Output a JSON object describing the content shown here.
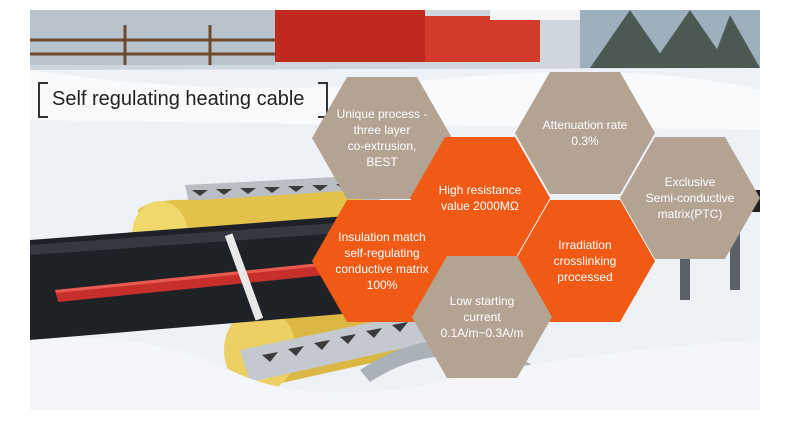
{
  "title": "Self regulating heating cable",
  "colors": {
    "tan": "#b3a393",
    "orange": "#f05a14"
  },
  "features": [
    {
      "id": "unique-process",
      "lines": [
        "Unique process -",
        "three layer",
        "co-extrusion,",
        "BEST"
      ],
      "color": "tan"
    },
    {
      "id": "attenuation",
      "lines": [
        "Attenuation rate 0.3%"
      ],
      "color": "tan"
    },
    {
      "id": "high-resistance",
      "lines": [
        "High resistance",
        "value 2000MΩ"
      ],
      "color": "orange"
    },
    {
      "id": "exclusive-matrix",
      "lines": [
        "Exclusive",
        "Semi-conductive",
        "matrix(PTC)"
      ],
      "color": "tan"
    },
    {
      "id": "insulation-match",
      "lines": [
        "Insulation match",
        "self-regulating",
        "conductive matrix",
        "100%"
      ],
      "color": "orange"
    },
    {
      "id": "irradiation",
      "lines": [
        "Irradiation",
        "crosslinking",
        "processed"
      ],
      "color": "orange"
    },
    {
      "id": "low-starting",
      "lines": [
        "Low starting current",
        "0.1A/m~0.3A/m"
      ],
      "color": "tan"
    }
  ]
}
